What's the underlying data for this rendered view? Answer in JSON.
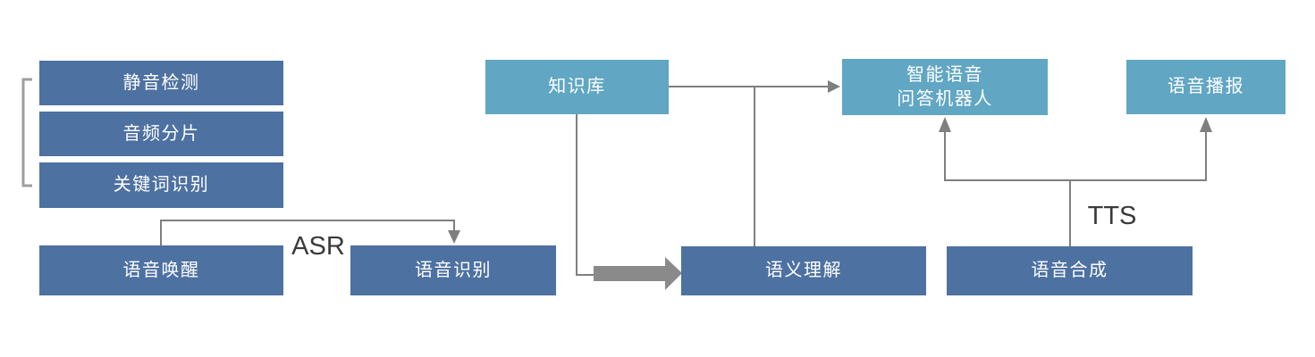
{
  "diagram": {
    "nodes": [
      {
        "id": "silence-detection",
        "label": "静音检测",
        "style": "dark"
      },
      {
        "id": "audio-slicing",
        "label": "音频分片",
        "style": "dark"
      },
      {
        "id": "keyword-recognition",
        "label": "关键词识别",
        "style": "dark"
      },
      {
        "id": "voice-wakeup",
        "label": "语音唤醒",
        "style": "dark"
      },
      {
        "id": "speech-recognition",
        "label": "语音识别",
        "style": "dark"
      },
      {
        "id": "knowledge-base",
        "label": "知识库",
        "style": "light"
      },
      {
        "id": "semantic-understanding",
        "label": "语义理解",
        "style": "dark"
      },
      {
        "id": "qa-robot",
        "label": "智能语音问答机器人",
        "lines": [
          "智能语音",
          "问答机器人"
        ],
        "style": "light"
      },
      {
        "id": "speech-synthesis",
        "label": "语音合成",
        "style": "dark"
      },
      {
        "id": "voice-broadcast",
        "label": "语音播报",
        "style": "light"
      }
    ],
    "edge_labels": {
      "asr": "ASR",
      "tts": "TTS"
    },
    "colors": {
      "node_dark_fill": "#4d71a1",
      "node_light_fill": "#61a6c3",
      "node_text": "#ffffff",
      "connector_line": "#7f7f7f",
      "thick_arrow_fill": "#8a8a8a",
      "bracket_line": "#9e9e9e",
      "edge_label_text": "#3a3a3a",
      "background": "#ffffff"
    }
  }
}
